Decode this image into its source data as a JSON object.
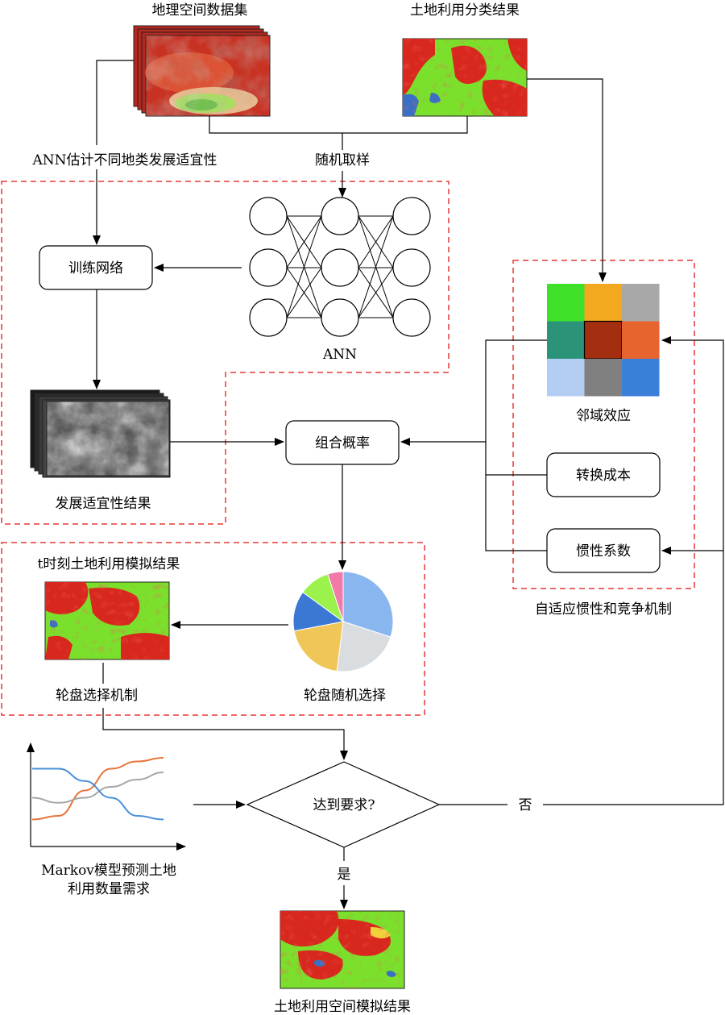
{
  "labels": {
    "geo_dataset": "地理空间数据集",
    "landuse_class": "土地利用分类结果",
    "ann_suitability": "ANN估计不同地类发展适宜性",
    "random_sampling": "随机取样",
    "train_network": "训练网络",
    "ann": "ANN",
    "neighborhood": "邻域效应",
    "suitability_result": "发展适宜性结果",
    "combined_prob": "组合概率",
    "conversion_cost": "转换成本",
    "inertia_coef": "惯性系数",
    "adaptive_mechanism": "自适应惯性和竞争机制",
    "t_result": "t时刻土地利用模拟结果",
    "roulette_mechanism": "轮盘选择机制",
    "roulette_random": "轮盘随机选择",
    "reach_requirement": "达到要求?",
    "no": "否",
    "yes": "是",
    "markov_line1": "Markov模型预测土地",
    "markov_line2": "利用数量需求",
    "final_result": "土地利用空间模拟结果"
  },
  "colors": {
    "dashed_border": "#e53935",
    "landuse_green": "#7be02c",
    "landuse_red": "#d8281e",
    "landuse_blue": "#3b6fc4",
    "terrain_red": "#c83222",
    "terrain_green": "#8fd14b"
  },
  "neighborhood_grid": [
    "#3fe02a",
    "#f2a91f",
    "#a8a8a8",
    "#2b9377",
    "#a32e10",
    "#e8642f",
    "#b4cdf2",
    "#808080",
    "#3a7fd8"
  ],
  "pie_chart": {
    "slices": [
      {
        "value": 30,
        "color": "#8ab6f0"
      },
      {
        "value": 22,
        "color": "#d9dde0"
      },
      {
        "value": 20,
        "color": "#f0c659"
      },
      {
        "value": 13,
        "color": "#3a78d4"
      },
      {
        "value": 10,
        "color": "#9cf24c"
      },
      {
        "value": 5,
        "color": "#f07aa8"
      }
    ]
  },
  "markov_chart": {
    "series": [
      {
        "color": "#e8743b",
        "values": [
          0.15,
          0.2,
          0.55,
          0.85,
          0.95,
          1.0
        ]
      },
      {
        "color": "#a6a6a6",
        "values": [
          0.45,
          0.38,
          0.45,
          0.6,
          0.7,
          0.8
        ]
      },
      {
        "color": "#4a90d9",
        "values": [
          0.85,
          0.85,
          0.68,
          0.45,
          0.2,
          0.15
        ]
      }
    ]
  }
}
